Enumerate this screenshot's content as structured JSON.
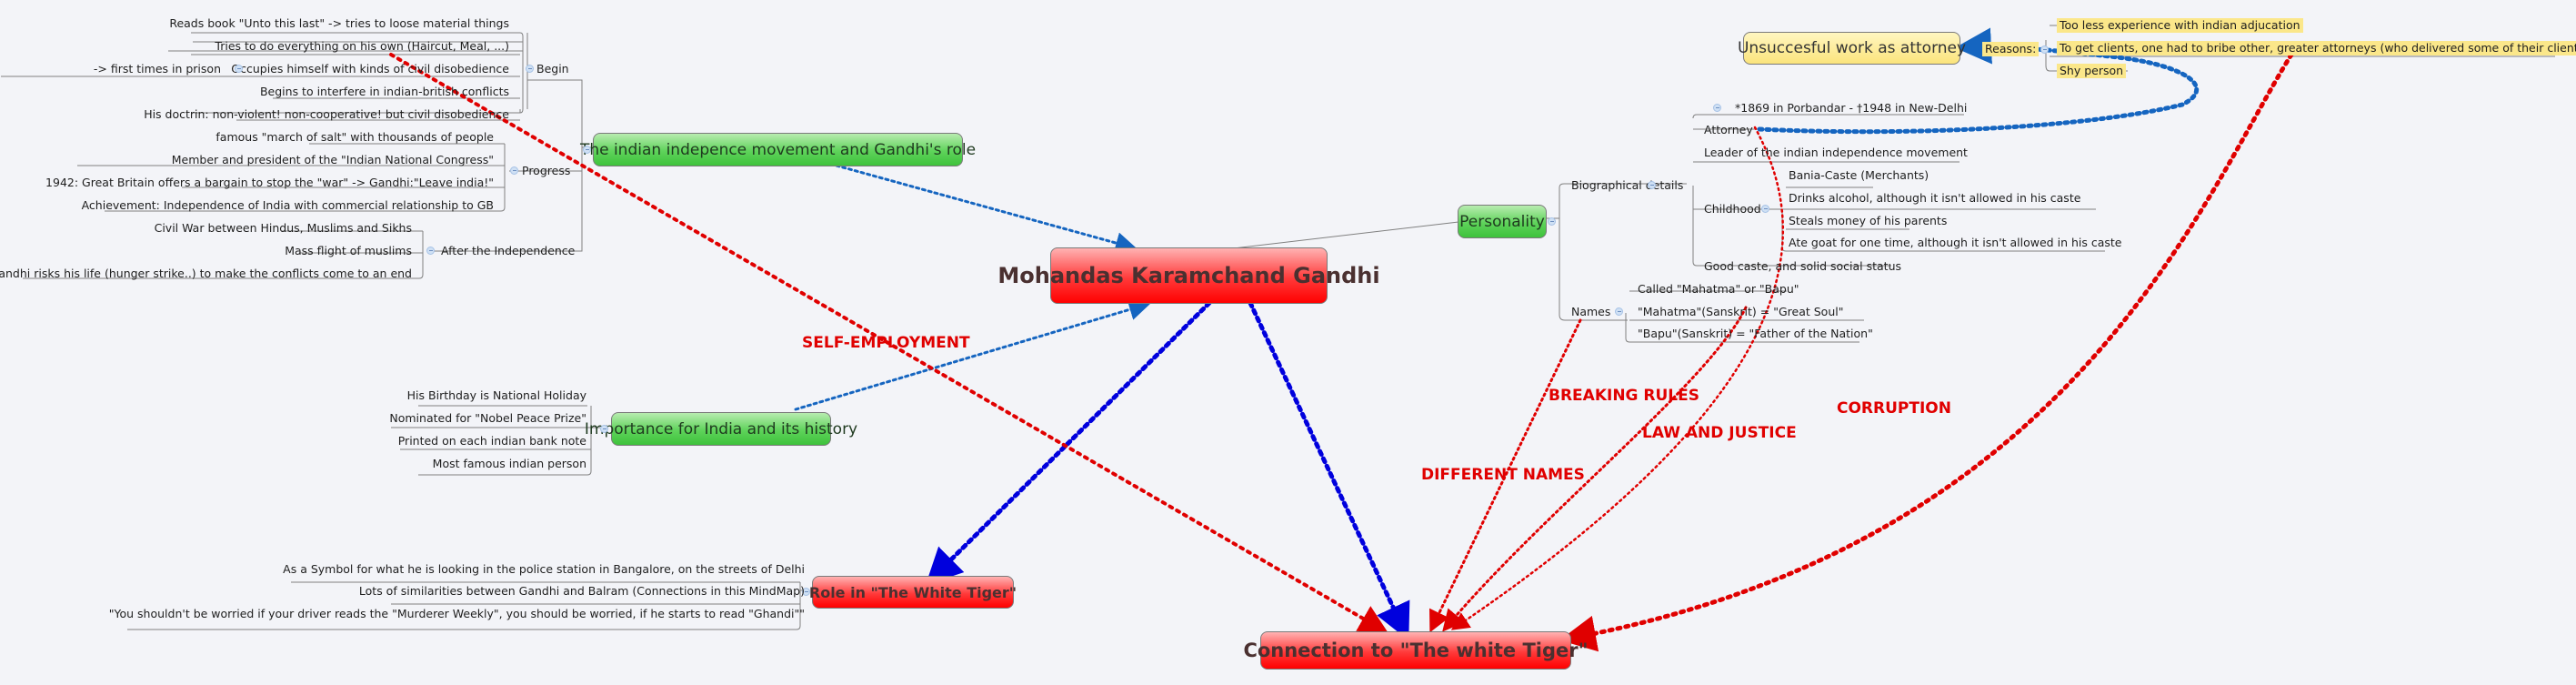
{
  "central": {
    "title": "Mohandas Karamchand Gandhi"
  },
  "connection_node": {
    "title": "Connection to \"The white Tiger\""
  },
  "topics": {
    "independence": {
      "title": "The indian indepence movement and Gandhi's role",
      "begin": {
        "label": "Begin",
        "items": [
          "Reads book \"Unto this last\" -> tries to loose material things",
          "Tries to do everything on his own (Haircut, Meal, ...)",
          "Occupies himself with kinds of civil disobedience",
          "Begins to interfere in indian-british conflicts",
          "His doctrin: non-violent! non-cooperative! but civil disobedience"
        ],
        "sub_item": "-> first times in prison"
      },
      "progress": {
        "label": "Progress",
        "items": [
          "famous \"march of salt\" with thousands of people",
          "Member and president of the \"Indian National Congress\"",
          "1942: Great Britain offers a bargain to stop the \"war\" -> Gandhi:\"Leave india!\"",
          "Achievement: Independence of India with commercial relationship to GB"
        ]
      },
      "after": {
        "label": "After the Independence",
        "items": [
          "Civil War between Hindus, Muslims and Sikhs",
          "Mass flight of muslims",
          "Gandhi risks his life (hunger strike..) to make the conflicts come to an end"
        ]
      }
    },
    "importance": {
      "title": "Importance for India and its history",
      "items": [
        "His Birthday is National Holiday",
        "Nominated for \"Nobel Peace Prize\"",
        "Printed on each indian bank note",
        "Most famous indian person"
      ]
    },
    "role": {
      "title": "Role in \"The White Tiger\"",
      "items": [
        "As a Symbol for what he is looking in the police station in Bangalore, on the streets of Delhi",
        "Lots of similarities between Gandhi and Balram (Connections in this MindMap)",
        "\"You shouldn't be worried if your driver reads the \"Murderer Weekly\", you should be worried, if he starts to read \"Ghandi\"\""
      ]
    },
    "personality": {
      "title": "Personality",
      "bio": {
        "label": "Biographical details",
        "birth": "*1869 in Porbandar - †1948 in New-Delhi",
        "attorney": "Attorney",
        "leader": "Leader of the indian independence movement",
        "childhood": {
          "label": "Childhood",
          "items": [
            "Bania-Caste (Merchants)",
            "Drinks alcohol, although it isn't allowed in his caste",
            "Steals money of his parents",
            "Ate goat for one time, although it isn't allowed in his caste"
          ]
        },
        "status": "Good caste, and solid social status"
      },
      "names": {
        "label": "Names",
        "items": [
          "Called \"Mahatma\" or \"Bapu\"",
          "\"Mahatma\"(Sanskrit) = \"Great Soul\"",
          "\"Bapu\"(Sanskrit) = \"Father of the Nation\""
        ]
      }
    },
    "attorney_work": {
      "title": "Unsuccesful work as attorney",
      "reasons_label": "Reasons:",
      "reasons": [
        "Too less experience with indian adjucation",
        "To get clients, one had to bribe other, greater attorneys (who delivered some of their clients)",
        "Shy person"
      ]
    }
  },
  "relationship_labels": {
    "self_employment": "SELF-EMPLOYMENT",
    "breaking_rules": "BREAKING RULES",
    "law_and_justice": "LAW AND JUSTICE",
    "corruption": "CORRUPTION",
    "different_names": "DIFFERENT NAMES"
  },
  "colors": {
    "background": "#f3f4f8",
    "relationship_red": "#e00000",
    "relationship_blue": "#1565c0",
    "relationship_dark_blue": "#0000dd",
    "node_green": "#4ccb48",
    "node_red": "#ff2020",
    "node_yellow": "#fbe47c"
  }
}
